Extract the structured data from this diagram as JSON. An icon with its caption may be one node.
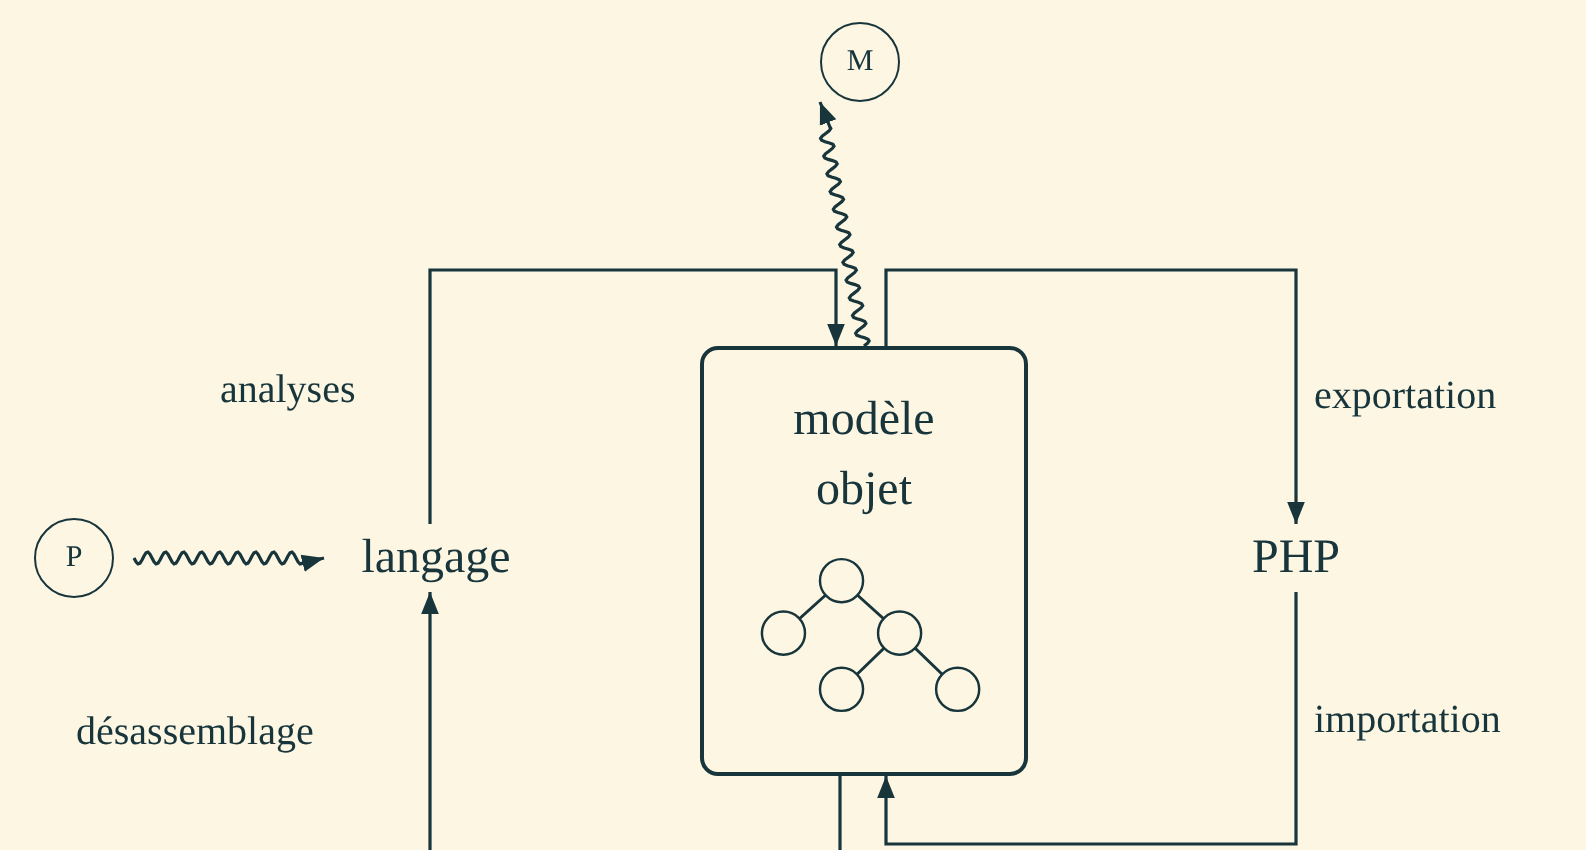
{
  "diagram": {
    "nodes": [
      {
        "text": [
          "M"
        ]
      },
      {
        "text": [
          "P"
        ]
      },
      {
        "text": [
          "langage"
        ]
      },
      {
        "text": [
          "modèle objet"
        ]
      },
      {
        "text": [
          "PHP"
        ]
      }
    ],
    "edges": [
      {
        "from": 1,
        "to": 2,
        "arrow": "to"
      },
      {
        "from": 3,
        "to": 0,
        "arrow": "to"
      },
      {
        "from": 2,
        "to": 3,
        "arrow": "to",
        "label": "analyses"
      },
      {
        "from": 3,
        "to": 4,
        "arrow": "to",
        "label": "exportation"
      },
      {
        "from": 4,
        "to": 3,
        "arrow": "to",
        "label": "importation"
      },
      {
        "from": null,
        "to": 2,
        "arrow": "to",
        "label": "désassemblage"
      },
      {
        "from": 3,
        "to": null,
        "arrow": "none"
      }
    ]
  }
}
